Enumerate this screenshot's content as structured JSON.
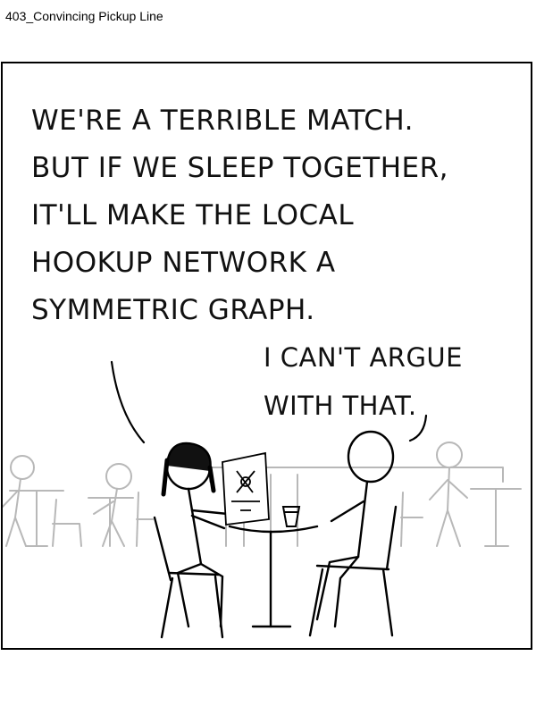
{
  "caption": "403_Convincing Pickup Line",
  "dialogue": {
    "left_speaker": [
      "WE'RE A TERRIBLE MATCH.",
      "BUT IF WE SLEEP TOGETHER,",
      "IT'LL MAKE THE LOCAL",
      "HOOKUP NETWORK A",
      "SYMMETRIC GRAPH."
    ],
    "right_speaker": [
      "I CAN'T ARGUE",
      "WITH THAT."
    ]
  }
}
